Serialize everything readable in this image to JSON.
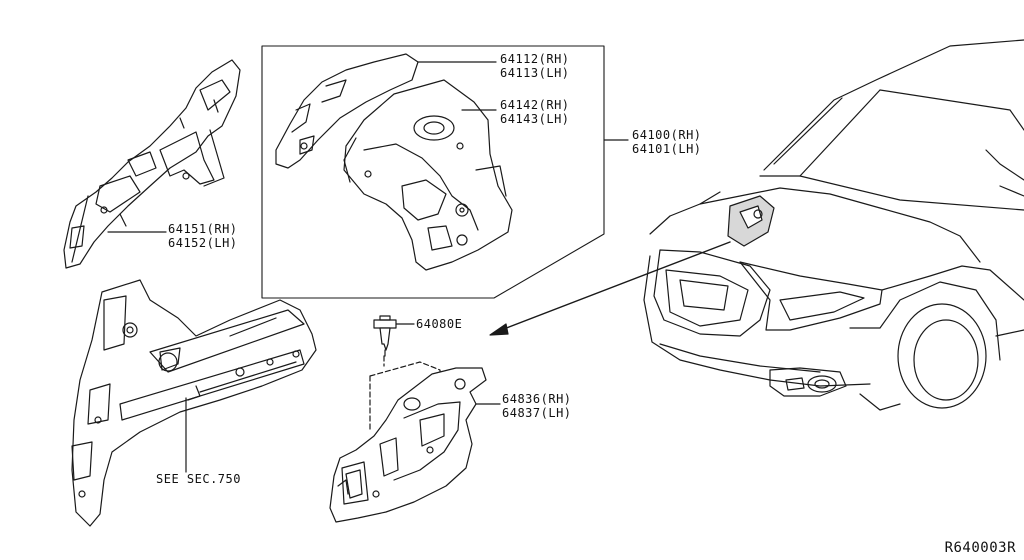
{
  "callouts": {
    "p64112": {
      "a": "64112(RH)",
      "b": "64113(LH)"
    },
    "p64142": {
      "a": "64142(RH)",
      "b": "64143(LH)"
    },
    "p64100": {
      "a": "64100(RH)",
      "b": "64101(LH)"
    },
    "p64151": {
      "a": "64151(RH)",
      "b": "64152(LH)"
    },
    "p64080": {
      "a": "64080E"
    },
    "p64836": {
      "a": "64836(RH)",
      "b": "64837(LH)"
    },
    "see": {
      "a": "SEE SEC.750"
    }
  },
  "reference": "R640003R",
  "colors": {
    "line": "#1a1a1a",
    "fill": "#ffffff",
    "shade": "#d8d8d8"
  }
}
